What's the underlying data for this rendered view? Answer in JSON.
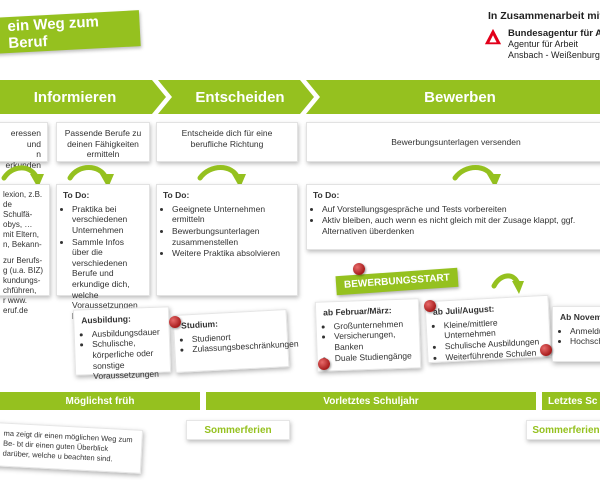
{
  "title": "ein Weg zum Beruf",
  "partner": {
    "intro": "In Zusammenarbeit mit",
    "agency_name": "Bundesagentur für Arbeit",
    "agency_sub1": "Agentur für Arbeit",
    "agency_sub2": "Ansbach - Weißenburg"
  },
  "phases": [
    "Informieren",
    "Entscheiden",
    "Bewerben"
  ],
  "colors": {
    "accent": "#95c11f",
    "accent_dark": "#7aa117",
    "pin": "#b22222",
    "logo_red": "#e2001a"
  },
  "top_cards": [
    "eressen und\nn erkunden",
    "Passende Berufe zu deinen Fähigkeiten ermitteln",
    "Entscheide dich für eine berufliche Richtung",
    "Bewerbungsunterlagen versenden"
  ],
  "todo_label": "To Do:",
  "todo_cards": {
    "col1": [
      "lexion, z.B.",
      "de Schulfä-",
      "obys, …",
      "mit Eltern,",
      "n, Bekann-",
      "",
      "zur Berufs-",
      "g (u.a. BIZ)",
      "kundungs-",
      "chführen,",
      "r www.",
      "eruf.de"
    ],
    "col2": [
      "Praktika bei verschiedenen Unternehmen",
      "Sammle Infos über die verschiedenen Berufe und erkundige dich, welche Voraussetzungen bestehen"
    ],
    "col3": [
      "Geeignete Unternehmen ermitteln",
      "Bewerbungsunterlagen zusammenstellen",
      "Weitere Praktika absolvieren"
    ],
    "col4": [
      "Auf Vorstellungsgespräche und Tests vorbereiten",
      "Aktiv bleiben, auch wenn es nicht gleich mit der Zusage klappt, ggf. Alternativen überdenken"
    ]
  },
  "notes": {
    "ausbildung": {
      "head": "Ausbildung:",
      "items": [
        "Ausbildungsdauer",
        "Schulische, körperliche oder sonstige Voraussetzungen"
      ]
    },
    "studium": {
      "head": "Studium:",
      "items": [
        "Studienort",
        "Zulassungsbeschränkungen"
      ]
    },
    "februar": {
      "head": "ab Februar/März:",
      "items": [
        "Großunternehmen",
        "Versicherungen, Banken",
        "Duale Studiengänge"
      ]
    },
    "juli": {
      "head": "ab Juli/August:",
      "items": [
        "Kleine/mittlere Unternehmen",
        "Schulische Ausbildungen",
        "Weiterführende Schulen"
      ]
    },
    "november": {
      "head": "Ab Novemb",
      "items": [
        "Anmeldung",
        "Hochschule"
      ]
    }
  },
  "bewerbungsstart": "BEWERBUNGSSTART",
  "timeline": [
    "Möglichst früh",
    "Vorletztes Schuljahr",
    "Letztes Sc"
  ],
  "sommerferien": [
    "Sommerferien",
    "Sommerferien"
  ],
  "info_text": "ma zeigt dir einen möglichen Weg zum Be- bt dir einen guten Überblick darüber, welche u beachten sind."
}
